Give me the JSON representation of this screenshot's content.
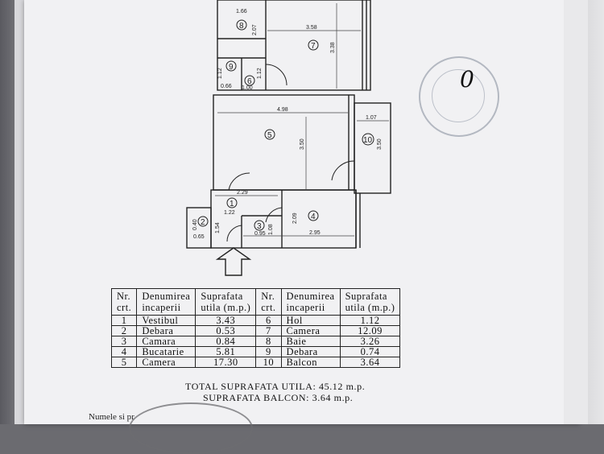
{
  "plan": {
    "dims": {
      "d_166": "1.66",
      "d_207": "2.07",
      "d_358": "3.58",
      "d_338": "3.38",
      "d_112a": "1.12",
      "d_112b": "1.12",
      "d_066": "0.66",
      "d_100": "1.00",
      "d_498": "4.98",
      "d_107": "1.07",
      "d_350a": "3.50",
      "d_350b": "3.50",
      "d_229": "2.29",
      "d_122": "1.22",
      "d_154": "1.54",
      "d_065": "0.65",
      "d_040": "0.40",
      "d_095": "0.95",
      "d_108": "1.08",
      "d_209": "2.09",
      "d_295": "2.95"
    },
    "room_numbers": [
      "8",
      "7",
      "9",
      "6",
      "5",
      "10",
      "1",
      "2",
      "3",
      "4"
    ]
  },
  "signature": "0",
  "table": {
    "headers": {
      "nr": [
        "Nr.",
        "crt."
      ],
      "name": [
        "Denumirea",
        "incaperii"
      ],
      "area": [
        "Suprafata",
        "utila (m.p.)"
      ]
    },
    "left": [
      {
        "nr": "1",
        "name": "Vestibul",
        "area": "3.43"
      },
      {
        "nr": "2",
        "name": "Debara",
        "area": "0.53"
      },
      {
        "nr": "3",
        "name": "Camara",
        "area": "0.84"
      },
      {
        "nr": "4",
        "name": "Bucatarie",
        "area": "5.81"
      },
      {
        "nr": "5",
        "name": "Camera",
        "area": "17.30"
      }
    ],
    "right": [
      {
        "nr": "6",
        "name": "Hol",
        "area": "1.12"
      },
      {
        "nr": "7",
        "name": "Camera",
        "area": "12.09"
      },
      {
        "nr": "8",
        "name": "Baie",
        "area": "3.26"
      },
      {
        "nr": "9",
        "name": "Debara",
        "area": "0.74"
      },
      {
        "nr": "10",
        "name": "Balcon",
        "area": "3.64"
      }
    ]
  },
  "totals": {
    "util": "TOTAL SUPRAFATA UTILA: 45.12 m.p.",
    "balcon": "SUPRAFATA BALCON: 3.64 m.p."
  },
  "footer": "Numele si pr"
}
